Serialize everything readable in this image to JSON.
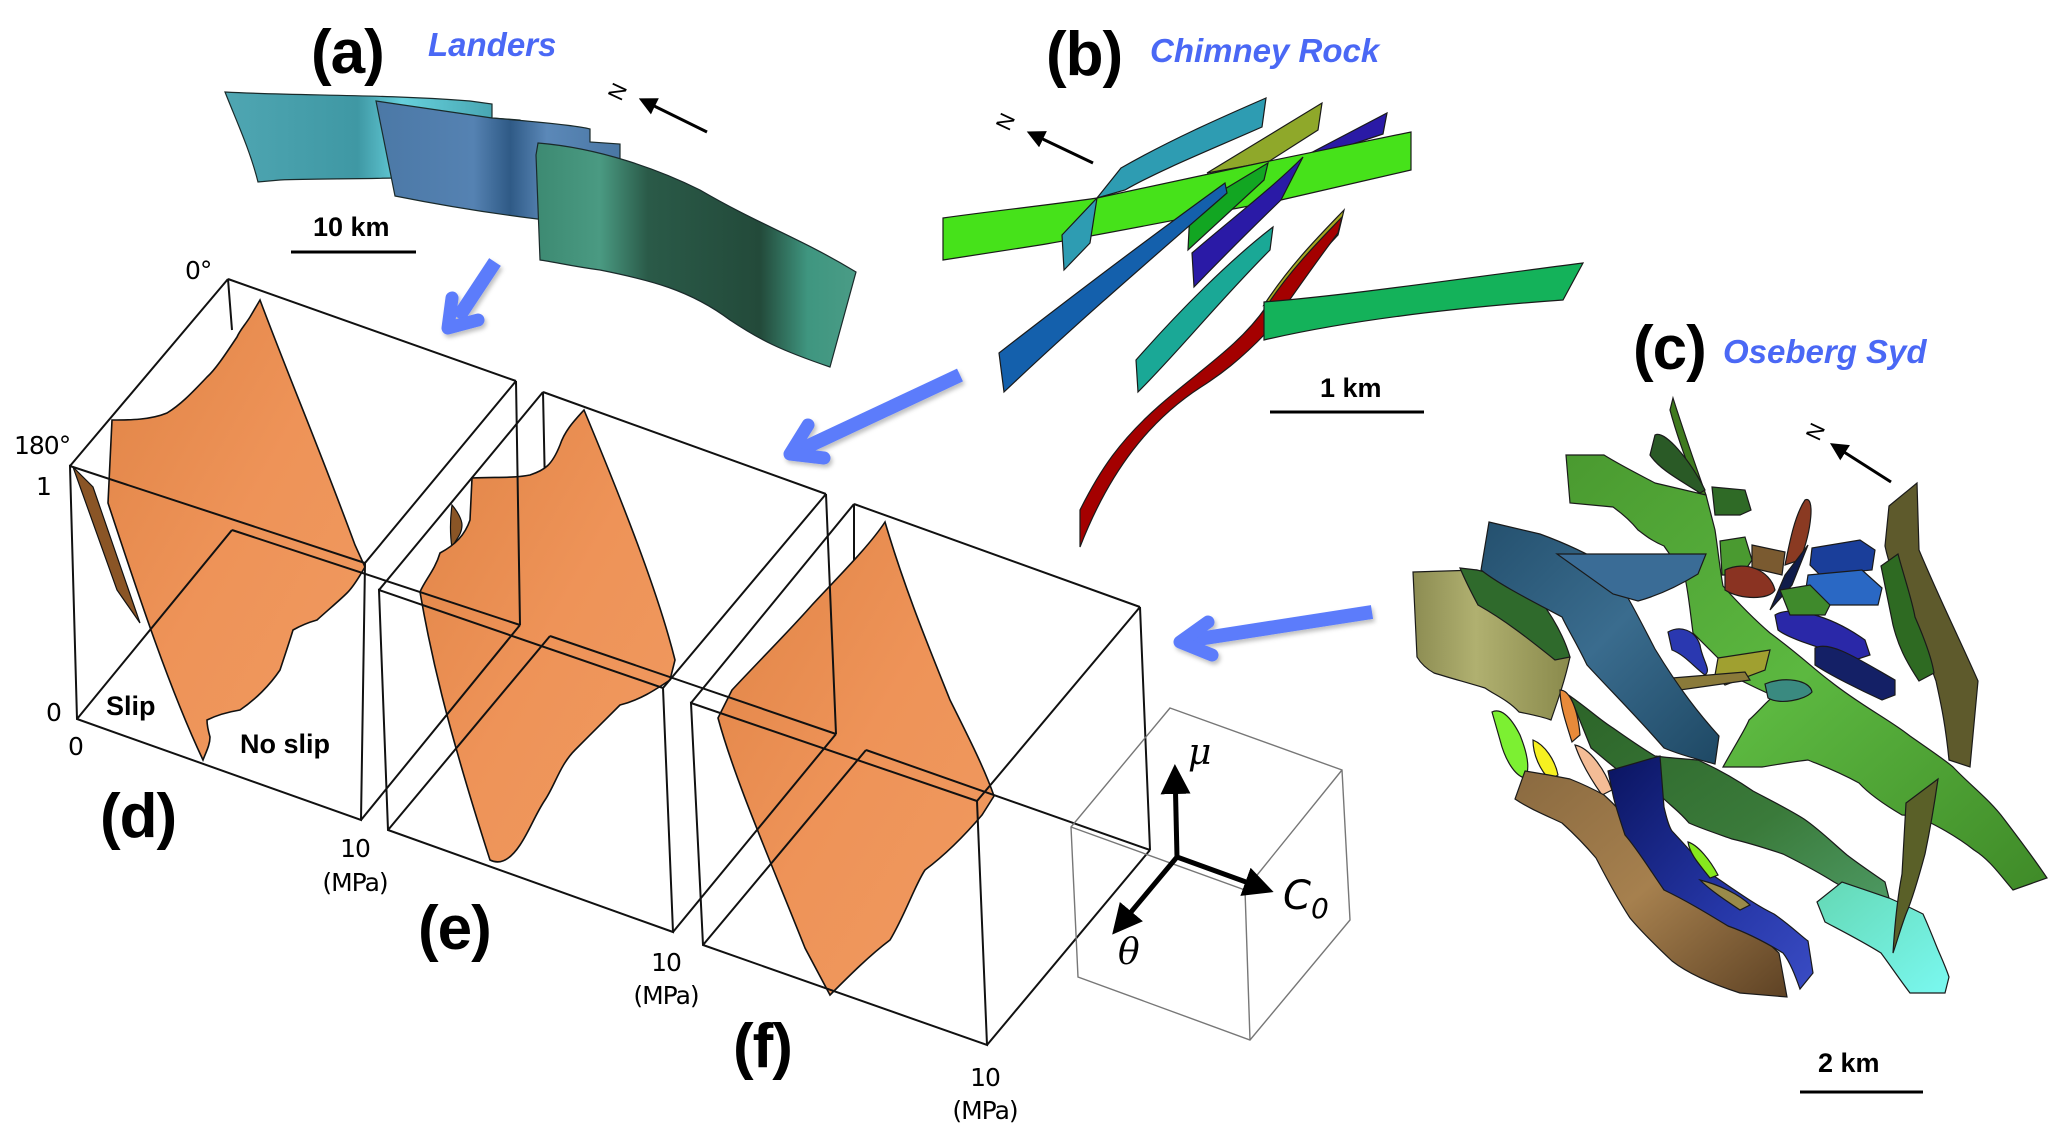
{
  "figure": {
    "panels": [
      {
        "id": "a",
        "letter": "(a)",
        "name": "Landers",
        "scale_bar": "10 km",
        "north_label": "N"
      },
      {
        "id": "b",
        "letter": "(b)",
        "name": "Chimney Rock",
        "scale_bar": "1 km",
        "north_label": "N"
      },
      {
        "id": "c",
        "letter": "(c)",
        "name": "Oseberg Syd",
        "scale_bar": "2 km",
        "north_label": "N"
      },
      {
        "id": "d",
        "letter": "(d)"
      },
      {
        "id": "e",
        "letter": "(e)"
      },
      {
        "id": "f",
        "letter": "(f)"
      }
    ],
    "plot_d": {
      "theta_top": "0°",
      "theta_bottom": "180°",
      "mu_max": "1",
      "mu_min": "0",
      "c0_min": "0",
      "c0_max": "10",
      "c0_unit": "(MPa)",
      "region_slip": "Slip",
      "region_no_slip": "No slip"
    },
    "plot_e": {
      "c0_max": "10",
      "c0_unit": "(MPa)"
    },
    "plot_f": {
      "c0_max": "10",
      "c0_unit": "(MPa)"
    },
    "axes_legend": {
      "mu": "μ",
      "c0": "C",
      "c0_sub": "0",
      "theta": "θ"
    },
    "colors": {
      "arrow": "#5b7cfb",
      "site_name": "#4a68f5",
      "surface": "#ec9157",
      "surface_dark": "#8a5526"
    }
  }
}
